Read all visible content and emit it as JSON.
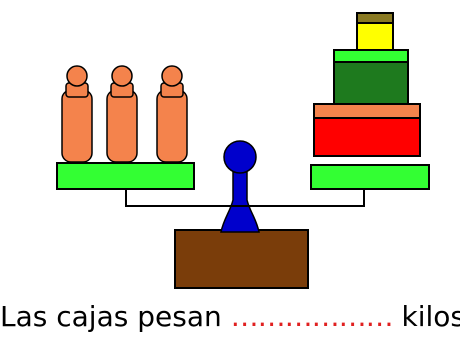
{
  "caption": {
    "before": "Las cajas pesan ",
    "blank": "………………",
    "after": " kilos"
  },
  "colors": {
    "weight": "#F4834C",
    "pan": "#33FF33",
    "box_red": "#FF0000",
    "box_green": "#1E7A1E",
    "box_yellow": "#FFFF00",
    "lid_olive": "#8A7A22",
    "stand_blue": "#0000CC",
    "base_brown": "#7A3D0A",
    "blank_red": "#E02020",
    "outline": "#000000"
  },
  "objects": {
    "left_items": [
      "weight",
      "weight",
      "weight"
    ],
    "right_items": [
      "box_red",
      "box_green",
      "box_yellow"
    ]
  }
}
